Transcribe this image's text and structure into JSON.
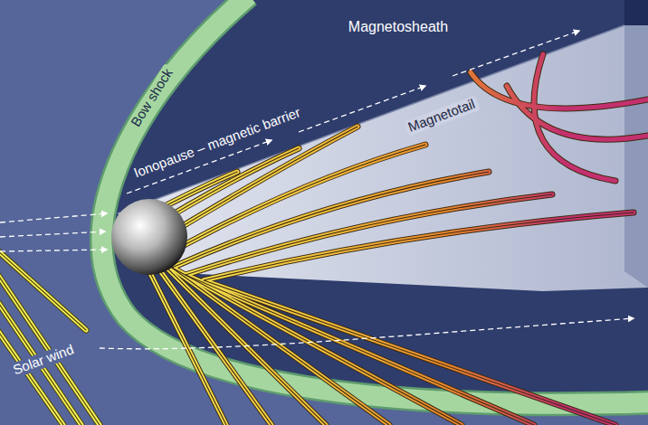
{
  "diagram": {
    "labels": [
      "Magnetosheath",
      "Bow shock",
      "Ionopause – magnetic barrier",
      "Magnetotail",
      "Solar wind"
    ]
  }
}
